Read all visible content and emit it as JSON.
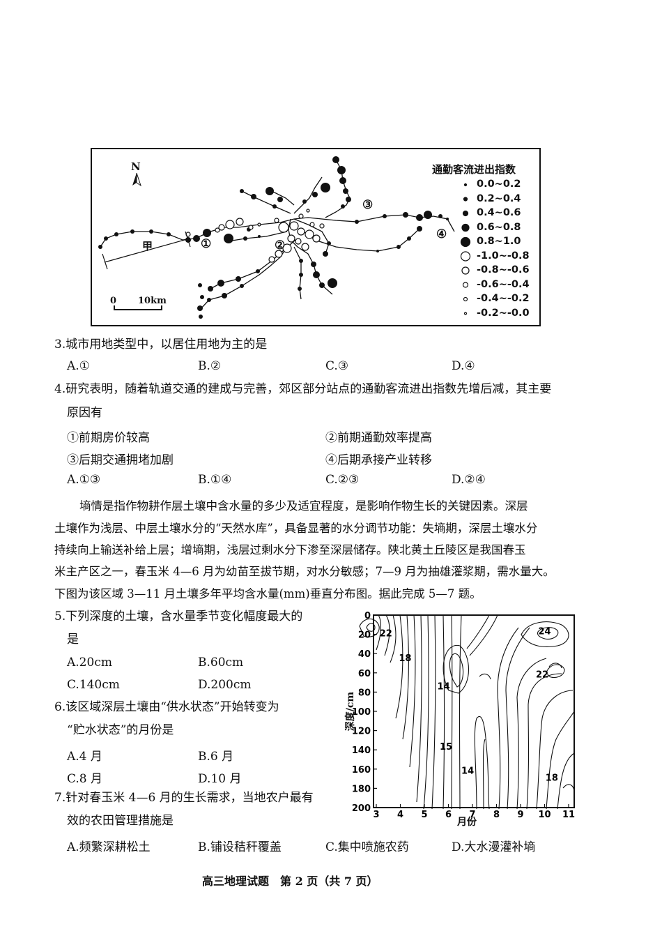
{
  "map": {
    "north": "N",
    "legend_title": "通勤客流进出指数",
    "legend_items": [
      "0.0~0.2",
      "0.2~0.4",
      "0.4~0.6",
      "0.6~0.8",
      "0.8~1.0",
      "-1.0~-0.8",
      "-0.8~-0.6",
      "-0.6~-0.4",
      "-0.4~-0.2",
      "-0.2~-0.0"
    ],
    "legend_fill": [
      true,
      true,
      true,
      true,
      true,
      false,
      false,
      false,
      false,
      false
    ],
    "legend_radius": [
      1.5,
      2.5,
      3.5,
      5,
      6.5,
      6.5,
      5,
      3.5,
      2.5,
      1.5
    ],
    "labels": {
      "p1": "①",
      "p2": "②",
      "p3": "③",
      "p4": "④",
      "jia": "甲"
    },
    "scale_zero": "0",
    "scale_text": "10km"
  },
  "q3": {
    "stem": "3.城市用地类型中，以居住用地为主的是",
    "options": [
      "A.①",
      "B.②",
      "C.③",
      "D.④"
    ]
  },
  "q4": {
    "stem_line1": "4.研究表明，随着轨道交通的建成与完善，郊区部分站点的通勤客流进出指数先增后减，其主要",
    "stem_line2": "原因有",
    "items": [
      "①前期房价较高",
      "②前期通勤效率提高",
      "③后期交通拥堵加剧",
      "④后期承接产业转移"
    ],
    "options": [
      "A.①③",
      "B.①④",
      "C.②③",
      "D.②④"
    ]
  },
  "passage": [
    "墒情是指作物耕作层土壤中含水量的多少及适宜程度，是影响作物生长的关键因素。深层",
    "土壤作为浅层、中层土壤水分的“天然水库”，具备显著的水分调节功能：失墒期，深层土壤水分",
    "持续向上输送补给上层；增墒期，浅层过剩水分下渗至深层储存。陕北黄土丘陵区是我国春玉",
    "米主产区之一，春玉米 4—6 月为幼苗至拔节期，对水分敏感；7—9 月为抽雄灌浆期，需水量大。",
    "下图为该区域 3—11 月土壤多年平均含水量(mm)垂直分布图。据此完成 5—7 题。"
  ],
  "q5": {
    "stem_line1": "5.下列深度的土壤，含水量季节变化幅度最大的",
    "stem_line2": "是",
    "options": [
      "A.20cm",
      "B.60cm",
      "C.140cm",
      "D.200cm"
    ]
  },
  "q6": {
    "stem_line1": "6.该区域深层土壤由“供水状态”开始转变为",
    "stem_line2": "“贮水状态”的月份是",
    "options": [
      "A.4 月",
      "B.6 月",
      "C.8 月",
      "D.10 月"
    ]
  },
  "q7": {
    "stem_line1": "7.针对春玉米 4—6 月的生长需求，当地农户最有",
    "stem_line2": "效的农田管理措施是",
    "options": [
      "A.频繁深耕松土",
      "B.铺设秸秆覆盖",
      "C.集中喷施农药",
      "D.大水漫灌补墒"
    ]
  },
  "chart_data": {
    "type": "contour",
    "x_ticks": [
      "3",
      "4",
      "5",
      "6",
      "7",
      "8",
      "9",
      "10",
      "11"
    ],
    "y_ticks": [
      "0",
      "20",
      "40",
      "60",
      "80",
      "100",
      "120",
      "140",
      "160",
      "180",
      "200"
    ],
    "xlabel": "月份",
    "ylabel": "深度/cm",
    "xlim": [
      3,
      11
    ],
    "ylim": [
      0,
      200
    ],
    "contour_labels": [
      {
        "text": "22",
        "month": 3.4,
        "depth": 22
      },
      {
        "text": "18",
        "month": 4.2,
        "depth": 48
      },
      {
        "text": "14",
        "month": 5.8,
        "depth": 77
      },
      {
        "text": "15",
        "month": 5.9,
        "depth": 140
      },
      {
        "text": "14",
        "month": 6.8,
        "depth": 165
      },
      {
        "text": "24",
        "month": 10.0,
        "depth": 20
      },
      {
        "text": "22",
        "month": 9.9,
        "depth": 65
      },
      {
        "text": "18",
        "month": 10.3,
        "depth": 172
      }
    ]
  },
  "footer": "高三地理试题　第 2 页（共 7 页）"
}
